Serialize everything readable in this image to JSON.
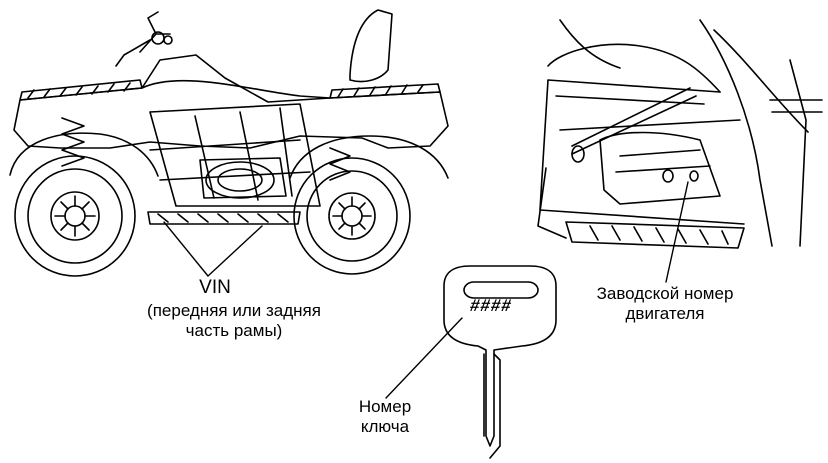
{
  "labels": {
    "vin_title": "VIN",
    "vin_subtitle": "(передняя или задняя часть рамы)",
    "engine_serial": "Заводской номер двигателя",
    "key_number": "Номер ключа",
    "key_code": "####"
  }
}
